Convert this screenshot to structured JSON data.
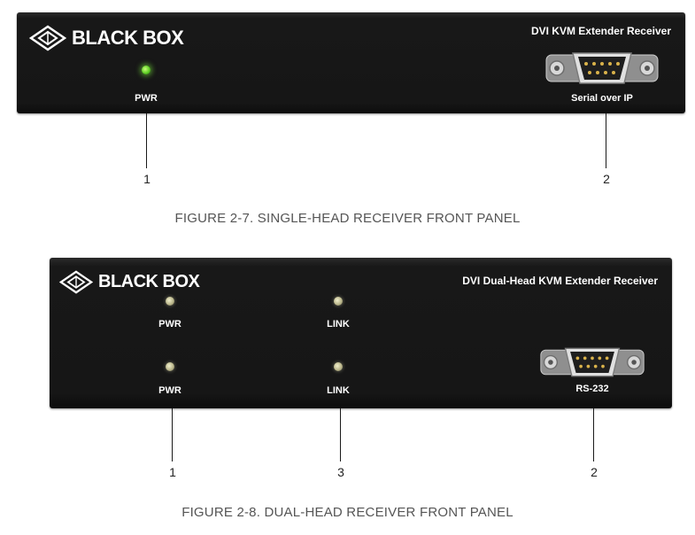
{
  "figure1": {
    "brand": "BLACK BOX",
    "model": "DVI KVM Extender Receiver",
    "pwr_label": "PWR",
    "serial_label": "Serial over IP",
    "callouts": [
      "1",
      "2"
    ],
    "caption": "FIGURE 2-7. SINGLE-HEAD RECEIVER FRONT PANEL"
  },
  "figure2": {
    "brand": "BLACK BOX",
    "model": "DVI Dual-Head KVM Extender Receiver",
    "pwr_label_top": "PWR",
    "link_label_top": "LINK",
    "pwr_label_bottom": "PWR",
    "link_label_bottom": "LINK",
    "serial_label": "RS-232",
    "callouts": [
      "1",
      "3",
      "2"
    ],
    "caption": "FIGURE 2-8. DUAL-HEAD RECEIVER FRONT PANEL"
  },
  "icons": [
    "black-box-logo-icon",
    "db9-connector-icon",
    "led-indicator-icon"
  ],
  "colors": {
    "panel": "#161616",
    "led_on": "#5fcf25",
    "led_off": "#b9b58a",
    "caption_text": "#555555"
  }
}
